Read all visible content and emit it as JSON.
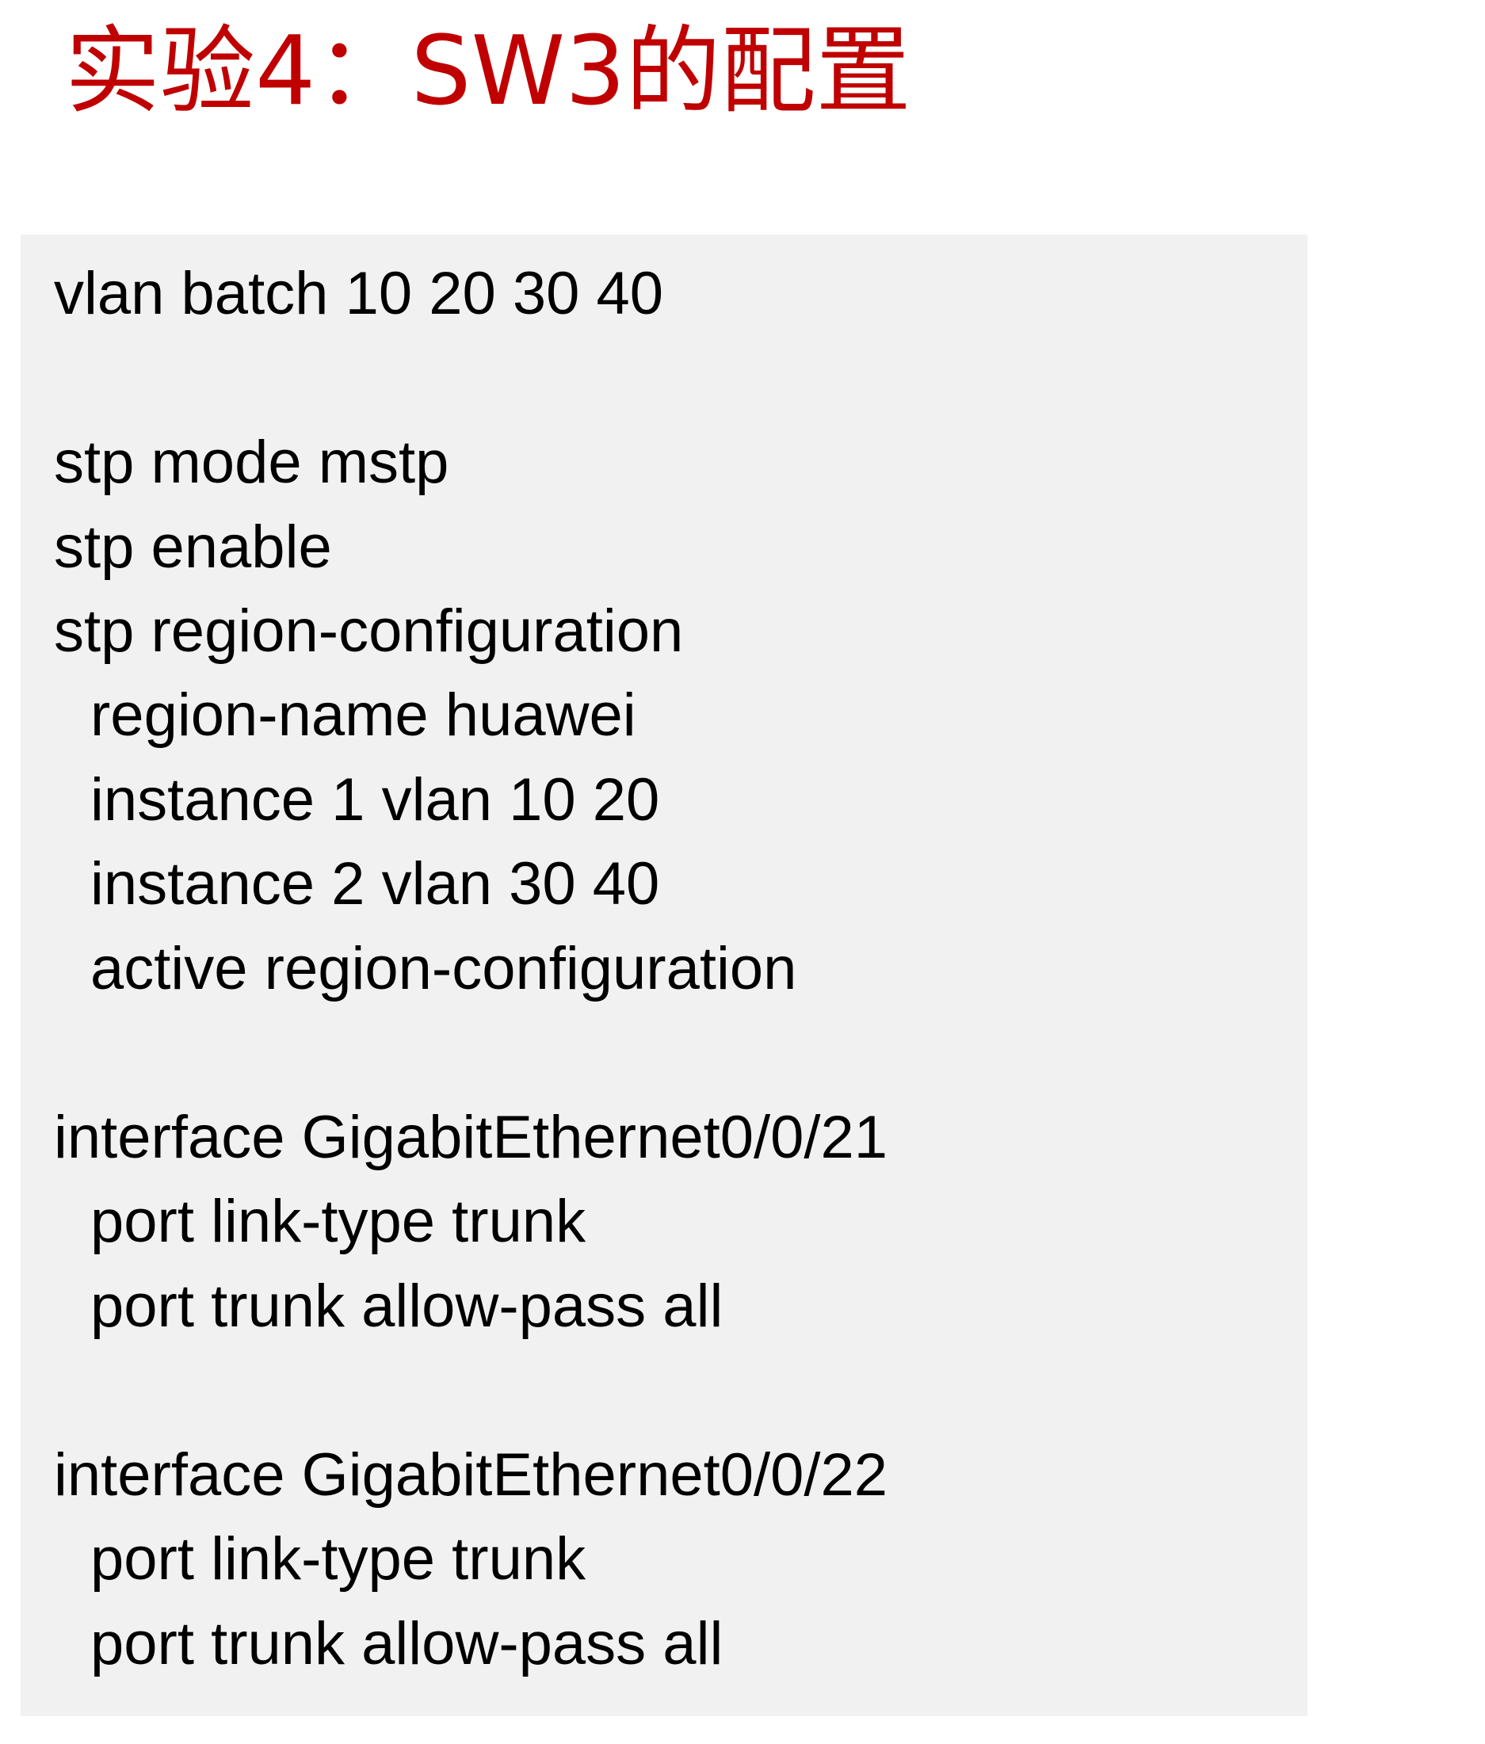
{
  "title": "实验4：SW3的配置",
  "colors": {
    "title": "#c00000",
    "panel_background": "#f1f1f1",
    "text": "#000000"
  },
  "config": {
    "lines": [
      "vlan batch 10 20 30 40",
      "stp mode mstp",
      "stp enable",
      "stp region-configuration",
      "region-name huawei",
      "instance 1 vlan 10 20",
      "instance 2 vlan 30 40",
      "active region-configuration",
      "interface GigabitEthernet0/0/21",
      "port link-type trunk",
      "port trunk allow-pass all",
      "interface GigabitEthernet0/0/22",
      "port link-type trunk",
      "port trunk allow-pass all"
    ]
  }
}
